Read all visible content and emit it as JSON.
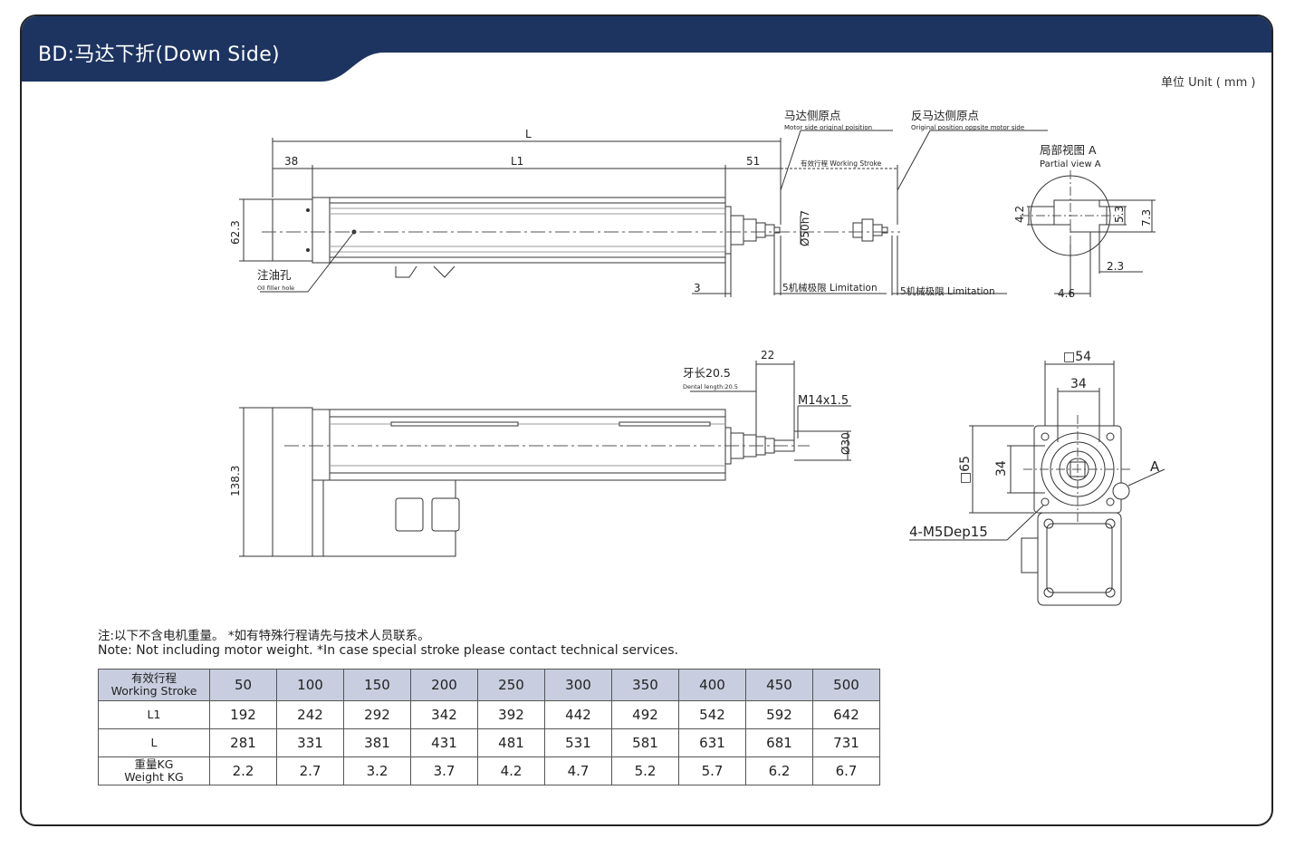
{
  "header": {
    "title": "BD:马达下折(Down Side)",
    "unit": "单位 Unit ( mm )",
    "colors": {
      "navy": "#1d3461",
      "accent": "#c8cedf"
    }
  },
  "top_view": {
    "L": "L",
    "dim_38": "38",
    "L1": "L1",
    "dim_51": "51",
    "height": "62.3",
    "dim_3": "3",
    "diameter": "Ø50h7",
    "motor_origin_cn": "马达侧原点",
    "motor_origin_en": "Motor side original poisition",
    "opp_origin_cn": "反马达侧原点",
    "opp_origin_en": "Original position oppsite motor side",
    "stroke_label": "有效行程 Working Stroke",
    "limit_1": "5机械极限 Limitation",
    "limit_2": "5机械极限 Limitation",
    "oil_cn": "注油孔",
    "oil_en": "Oil filler hole"
  },
  "partial_view": {
    "title_cn": "局部视图 A",
    "title_en": "Partial view A",
    "d42": "4.2",
    "d53": "5.3",
    "d73": "7.3",
    "d23": "2.3",
    "d46": "4.6"
  },
  "side_view": {
    "height": "138.3",
    "d22": "22",
    "thread_cn": "牙长20.5",
    "thread_en": "Dental length:20.5",
    "thread": "M14x1.5",
    "diameter": "Ø30"
  },
  "end_view": {
    "sq54": "□54",
    "d34_top": "34",
    "sq65": "□65",
    "d34_side": "34",
    "label_a": "A",
    "holes": "4-M5Dep15"
  },
  "notes": {
    "cn": "注:以下不含电机重量。 *如有特殊行程请先与技术人员联系。",
    "en": "Note: Not including motor weight.    *In case special stroke please contact technical services."
  },
  "table": {
    "header_cn": "有效行程",
    "header_en": "Working Stroke",
    "strokes": [
      "50",
      "100",
      "150",
      "200",
      "250",
      "300",
      "350",
      "400",
      "450",
      "500"
    ],
    "rows": [
      {
        "label": "L1",
        "label2": "",
        "values": [
          "192",
          "242",
          "292",
          "342",
          "392",
          "442",
          "492",
          "542",
          "592",
          "642"
        ]
      },
      {
        "label": "L",
        "label2": "",
        "values": [
          "281",
          "331",
          "381",
          "431",
          "481",
          "531",
          "581",
          "631",
          "681",
          "731"
        ]
      },
      {
        "label": "重量KG",
        "label2": "Weight KG",
        "values": [
          "2.2",
          "2.7",
          "3.2",
          "3.7",
          "4.2",
          "4.7",
          "5.2",
          "5.7",
          "6.2",
          "6.7"
        ]
      }
    ]
  }
}
